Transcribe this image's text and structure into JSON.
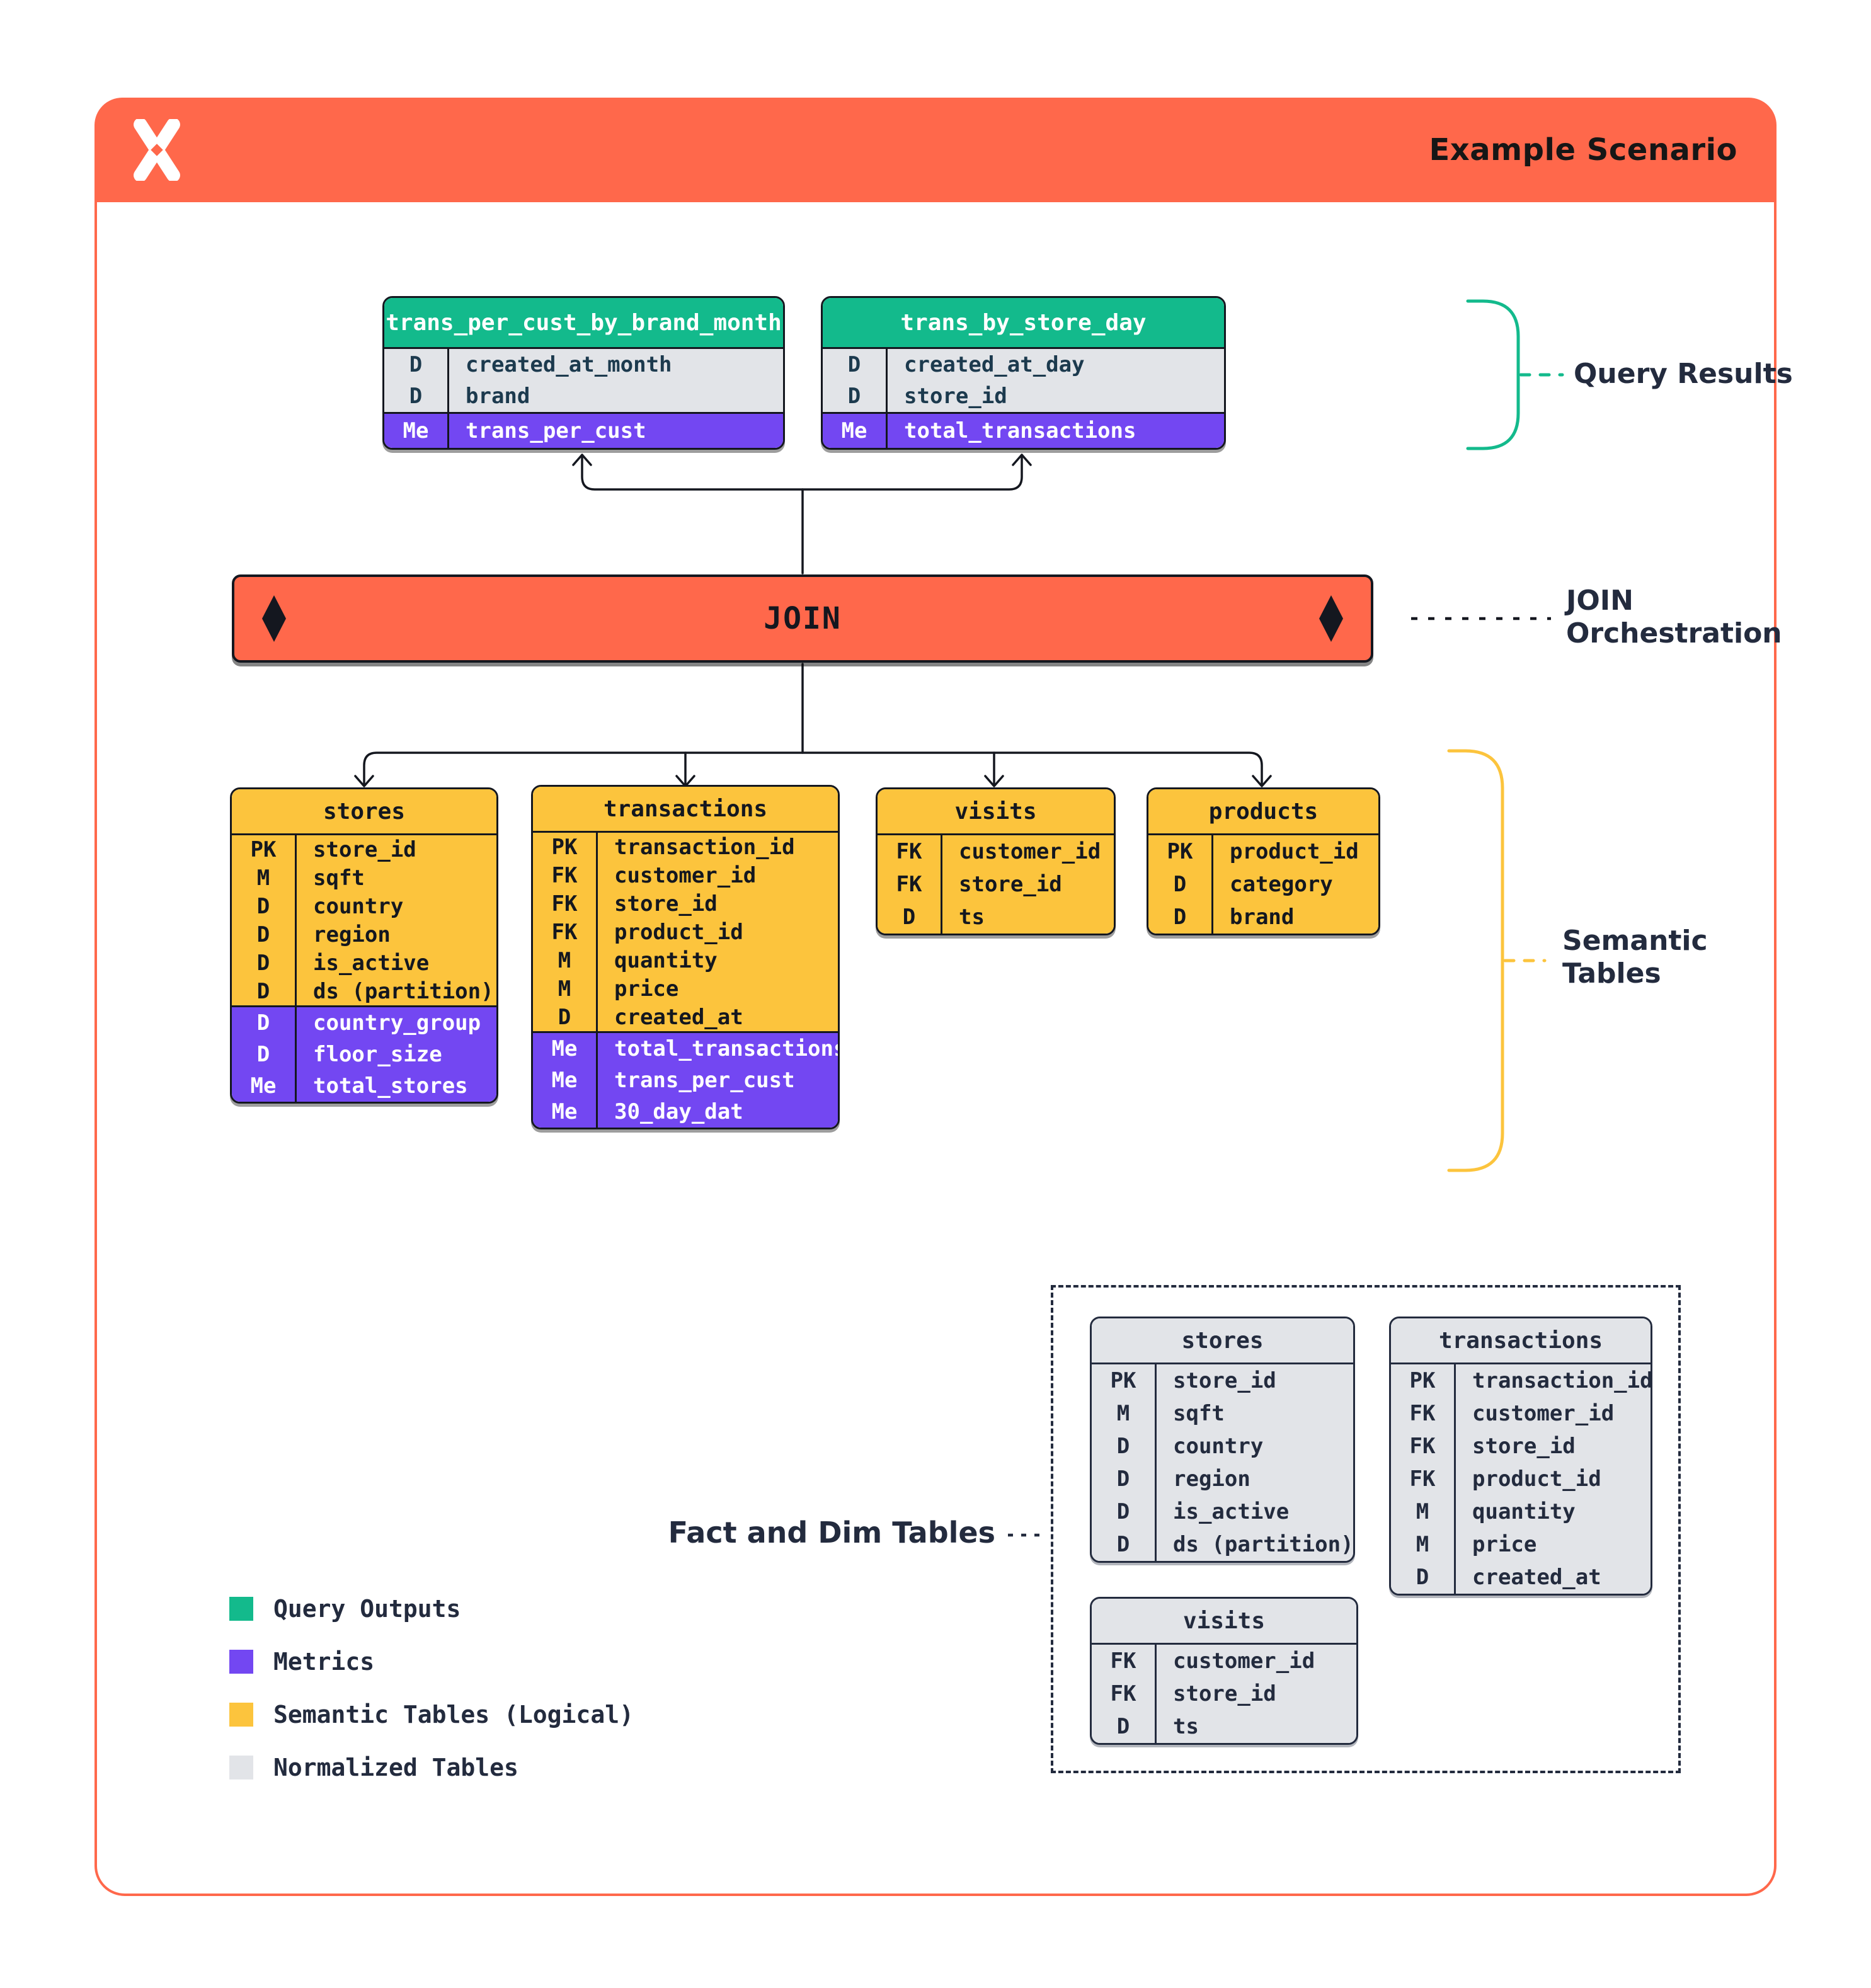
{
  "header": {
    "title": "Example Scenario",
    "logo_icon": "dagster-x-logo"
  },
  "join_bar": {
    "label": "JOIN"
  },
  "annotations": {
    "query_results": "Query Results",
    "join_orchestration": "JOIN Orchestration",
    "semantic_tables": "Semantic Tables",
    "fact_and_dim": "Fact and Dim Tables"
  },
  "colors": {
    "accent_orange": "#FF684B",
    "query_output_green": "#13BA8C",
    "metric_purple": "#7347F2",
    "semantic_yellow": "#FCC43D",
    "normalized_gray": "#E2E4E8",
    "ink": "#14171F",
    "label_navy": "#232B3E",
    "dim_text_slate": "#1C3A4E"
  },
  "query_result_tables": [
    {
      "title": "trans_per_cust_by_brand_month",
      "rows": [
        {
          "key": "D",
          "field": "created_at_month",
          "variant": "gray"
        },
        {
          "key": "D",
          "field": "brand",
          "variant": "gray"
        },
        {
          "key": "Me",
          "field": "trans_per_cust",
          "variant": "purple"
        }
      ]
    },
    {
      "title": "trans_by_store_day",
      "rows": [
        {
          "key": "D",
          "field": "created_at_day",
          "variant": "gray"
        },
        {
          "key": "D",
          "field": "store_id",
          "variant": "gray"
        },
        {
          "key": "Me",
          "field": "total_transactions",
          "variant": "purple"
        }
      ]
    }
  ],
  "semantic_tables": [
    {
      "title": "stores",
      "rows": [
        {
          "key": "PK",
          "field": "store_id",
          "variant": "yellow"
        },
        {
          "key": "M",
          "field": "sqft",
          "variant": "yellow"
        },
        {
          "key": "D",
          "field": "country",
          "variant": "yellow"
        },
        {
          "key": "D",
          "field": "region",
          "variant": "yellow"
        },
        {
          "key": "D",
          "field": "is_active",
          "variant": "yellow"
        },
        {
          "key": "D",
          "field": "ds (partition)",
          "variant": "yellow"
        },
        {
          "key": "D",
          "field": "country_group",
          "variant": "purple"
        },
        {
          "key": "D",
          "field": "floor_size",
          "variant": "purple"
        },
        {
          "key": "Me",
          "field": "total_stores",
          "variant": "purple"
        }
      ]
    },
    {
      "title": "transactions",
      "rows": [
        {
          "key": "PK",
          "field": "transaction_id",
          "variant": "yellow"
        },
        {
          "key": "FK",
          "field": "customer_id",
          "variant": "yellow"
        },
        {
          "key": "FK",
          "field": "store_id",
          "variant": "yellow"
        },
        {
          "key": "FK",
          "field": "product_id",
          "variant": "yellow"
        },
        {
          "key": "M",
          "field": "quantity",
          "variant": "yellow"
        },
        {
          "key": "M",
          "field": "price",
          "variant": "yellow"
        },
        {
          "key": "D",
          "field": "created_at",
          "variant": "yellow"
        },
        {
          "key": "Me",
          "field": "total_transactions",
          "variant": "purple"
        },
        {
          "key": "Me",
          "field": "trans_per_cust",
          "variant": "purple"
        },
        {
          "key": "Me",
          "field": "30_day_dat",
          "variant": "purple"
        }
      ]
    },
    {
      "title": "visits",
      "rows": [
        {
          "key": "FK",
          "field": "customer_id",
          "variant": "yellow"
        },
        {
          "key": "FK",
          "field": "store_id",
          "variant": "yellow"
        },
        {
          "key": "D",
          "field": "ts",
          "variant": "yellow"
        }
      ]
    },
    {
      "title": "products",
      "rows": [
        {
          "key": "PK",
          "field": "product_id",
          "variant": "yellow"
        },
        {
          "key": "D",
          "field": "category",
          "variant": "yellow"
        },
        {
          "key": "D",
          "field": "brand",
          "variant": "yellow"
        }
      ]
    }
  ],
  "normalized_tables": [
    {
      "title": "stores",
      "rows": [
        {
          "key": "PK",
          "field": "store_id",
          "variant": "gray"
        },
        {
          "key": "M",
          "field": "sqft",
          "variant": "gray"
        },
        {
          "key": "D",
          "field": "country",
          "variant": "gray"
        },
        {
          "key": "D",
          "field": "region",
          "variant": "gray"
        },
        {
          "key": "D",
          "field": "is_active",
          "variant": "gray"
        },
        {
          "key": "D",
          "field": "ds (partition)",
          "variant": "gray"
        }
      ]
    },
    {
      "title": "transactions",
      "rows": [
        {
          "key": "PK",
          "field": "transaction_id",
          "variant": "gray"
        },
        {
          "key": "FK",
          "field": "customer_id",
          "variant": "gray"
        },
        {
          "key": "FK",
          "field": "store_id",
          "variant": "gray"
        },
        {
          "key": "FK",
          "field": "product_id",
          "variant": "gray"
        },
        {
          "key": "M",
          "field": "quantity",
          "variant": "gray"
        },
        {
          "key": "M",
          "field": "price",
          "variant": "gray"
        },
        {
          "key": "D",
          "field": "created_at",
          "variant": "gray"
        }
      ]
    },
    {
      "title": "visits",
      "rows": [
        {
          "key": "FK",
          "field": "customer_id",
          "variant": "gray"
        },
        {
          "key": "FK",
          "field": "store_id",
          "variant": "gray"
        },
        {
          "key": "D",
          "field": "ts",
          "variant": "gray"
        }
      ]
    }
  ],
  "legend": [
    {
      "label": "Query Outputs",
      "color": "#13BA8C"
    },
    {
      "label": "Metrics",
      "color": "#7347F2"
    },
    {
      "label": "Semantic Tables (Logical)",
      "color": "#FCC43D"
    },
    {
      "label": "Normalized Tables",
      "color": "#E2E4E8"
    }
  ]
}
